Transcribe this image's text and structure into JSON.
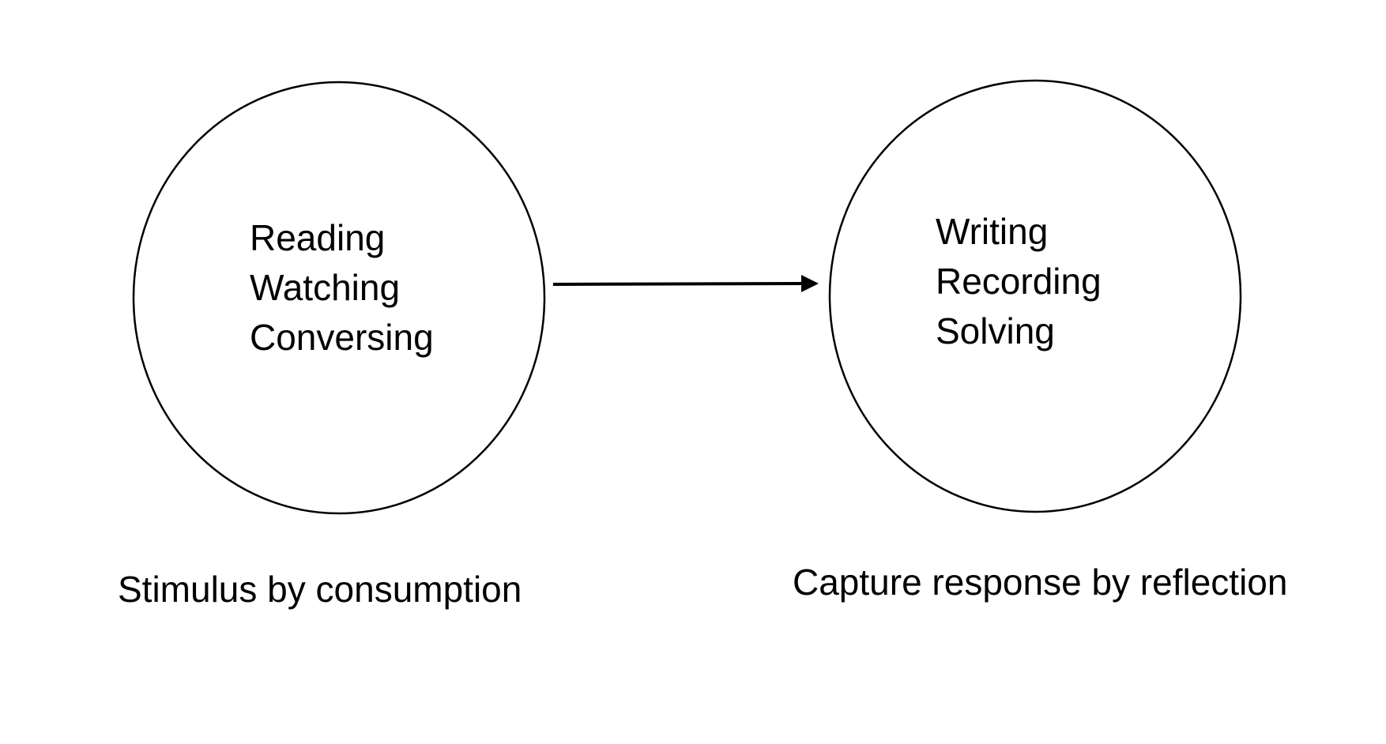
{
  "diagram": {
    "nodes": [
      {
        "items": [
          "Reading",
          "Watching",
          "Conversing"
        ],
        "caption": "Stimulus by consumption"
      },
      {
        "items": [
          "Writing",
          "Recording",
          "Solving"
        ],
        "caption": "Capture response by reflection"
      }
    ],
    "edge": {
      "from": 0,
      "to": 1,
      "style": "arrow"
    },
    "colors": {
      "stroke": "#000000",
      "text": "#000000",
      "background": "#ffffff"
    }
  }
}
